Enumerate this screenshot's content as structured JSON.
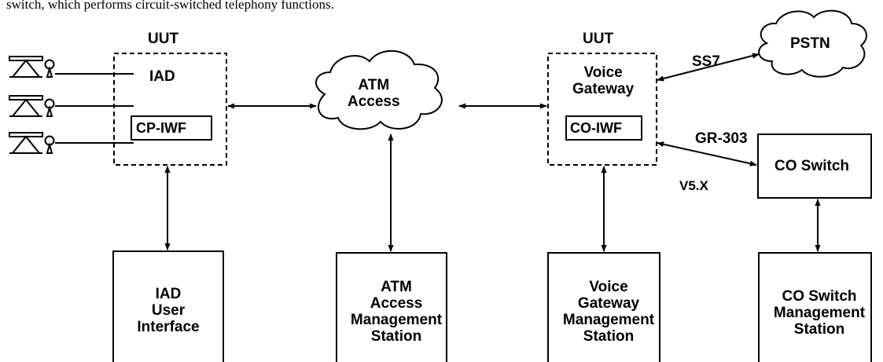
{
  "caption": "switch, which performs circuit-switched telephony functions.",
  "iad": {
    "uut_label": "UUT",
    "title": "IAD",
    "iwf_label": "CP-IWF"
  },
  "voice_gateway": {
    "uut_label": "UUT",
    "title_lines": [
      "Voice",
      "Gateway"
    ],
    "iwf_label": "CO-IWF"
  },
  "atm_access": {
    "lines": [
      "ATM",
      "Access"
    ]
  },
  "pstn": {
    "label": "PSTN"
  },
  "co_switch": {
    "label": "CO Switch"
  },
  "links": {
    "ss7": "SS7",
    "gr303": "GR-303",
    "v5x": "V5.X"
  },
  "management": {
    "iad_ui": [
      "IAD",
      "User",
      "Interface"
    ],
    "atm_mgmt": [
      "ATM",
      "Access",
      "Management",
      "Station"
    ],
    "vg_mgmt": [
      "Voice",
      "Gateway",
      "Management",
      "Station"
    ],
    "co_mgmt": [
      "CO Switch",
      "Management",
      "Station"
    ]
  }
}
